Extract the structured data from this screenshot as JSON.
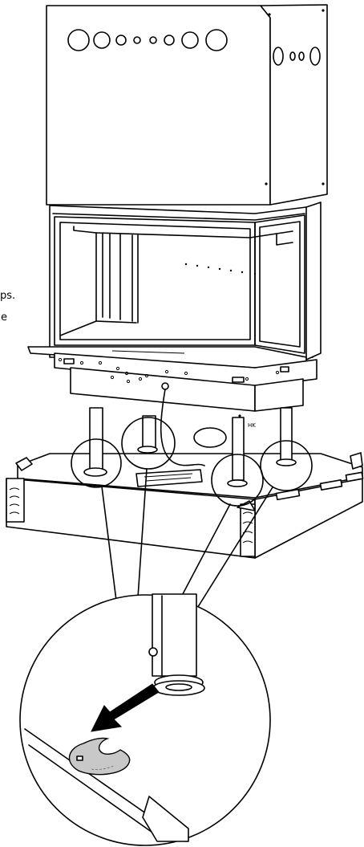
{
  "caption_fragments": [
    "ps.",
    "e"
  ],
  "marking": "HK",
  "colors": {
    "line": "#000000",
    "background": "#ffffff",
    "shim": "#c8c8c8",
    "arrow": "#000000"
  },
  "icons": [
    "fireplace-unit",
    "leveling-foot",
    "shim-washer",
    "removal-arrow",
    "wood-pallet",
    "detail-magnifier"
  ]
}
